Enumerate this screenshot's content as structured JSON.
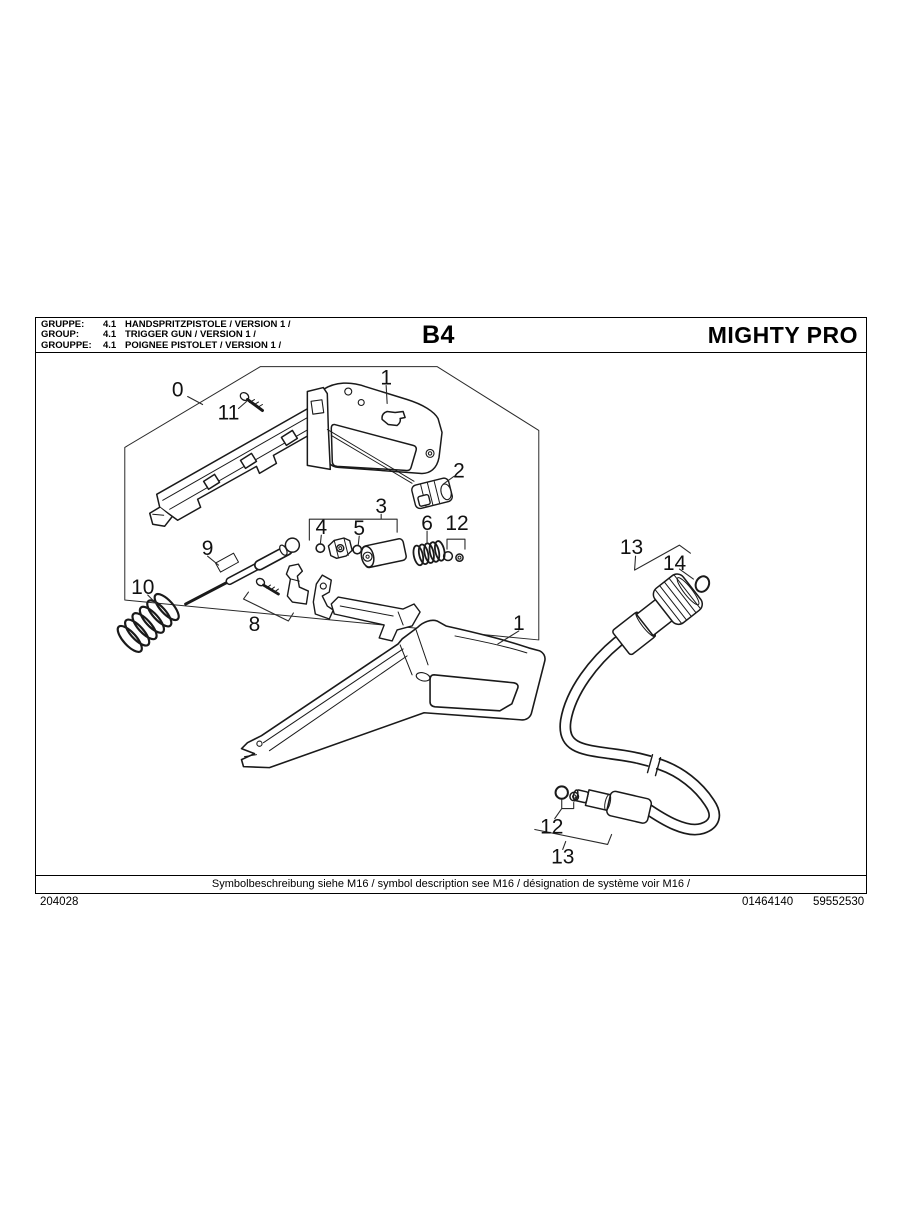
{
  "page": {
    "bg_color": "#ffffff",
    "line_color": "#1a1a1a"
  },
  "header": {
    "rows": [
      {
        "label": "GRUPPE:",
        "code": "4.1",
        "name": "HANDSPRITZPISTOLE / VERSION 1 /"
      },
      {
        "label": "GROUP:",
        "code": "4.1",
        "name": "TRIGGER GUN / VERSION 1 /"
      },
      {
        "label": "GROUPPE:",
        "code": "4.1",
        "name": "POIGNEE PISTOLET / VERSION 1 /"
      }
    ],
    "sheet_code": "B4",
    "product_name": "MIGHTY PRO"
  },
  "diagram": {
    "labels": {
      "p0": "0",
      "p1_top": "1",
      "p11": "11",
      "p2": "2",
      "p3": "3",
      "p4": "4",
      "p5": "5",
      "p6": "6",
      "p12_top": "12",
      "p9": "9",
      "p10": "10",
      "p8": "8",
      "p1_bottom": "1",
      "p13_top": "13",
      "p14": "14",
      "p12_bottom": "12",
      "p13_bottom": "13"
    }
  },
  "footer": {
    "symbol_note": "Symbolbeschreibung siehe M16 / symbol description see M16 / désignation de système voir M16 /",
    "doc_number": "204028",
    "ref_numbers": [
      "01464140",
      "59552530"
    ]
  }
}
